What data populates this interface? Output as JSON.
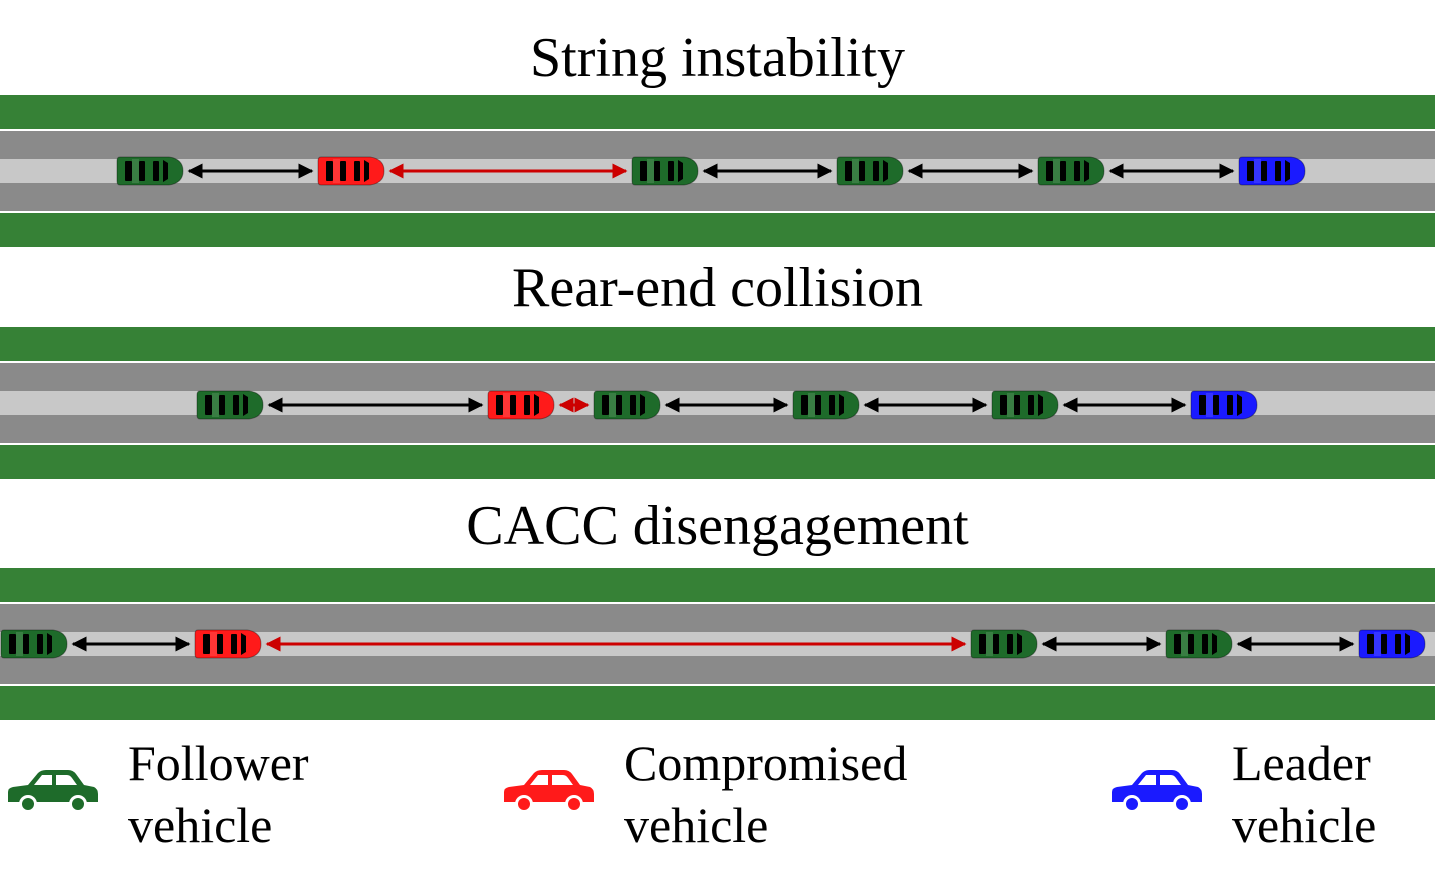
{
  "colors": {
    "grass": "#368136",
    "road": "#8a8a8a",
    "lane": "#c8c8c8",
    "edge_line": "#ffffff",
    "follower": "#1e6b2a",
    "compromised": "#ff1a1a",
    "leader": "#1a1aff",
    "gap_normal": "#000000",
    "gap_attack": "#cc0000"
  },
  "scenarios": [
    {
      "title": "String instability",
      "vehicles": [
        "follower",
        "compromised",
        "follower",
        "follower",
        "follower",
        "leader"
      ],
      "attacked_gaps": [
        1
      ]
    },
    {
      "title": "Rear-end collision",
      "vehicles": [
        "follower",
        "compromised",
        "follower",
        "follower",
        "follower",
        "leader"
      ],
      "attacked_gaps": [
        1
      ]
    },
    {
      "title": "CACC disengagement",
      "vehicles": [
        "follower",
        "compromised",
        "follower",
        "follower",
        "leader"
      ],
      "attacked_gaps": [
        1
      ]
    }
  ],
  "legend": [
    {
      "type": "follower",
      "line1": "Follower",
      "line2": "vehicle",
      "icon": "car-side-icon"
    },
    {
      "type": "compromised",
      "line1": "Compromised",
      "line2": "vehicle",
      "icon": "car-side-icon"
    },
    {
      "type": "leader",
      "line1": "Leader",
      "line2": "vehicle",
      "icon": "car-side-icon"
    }
  ]
}
